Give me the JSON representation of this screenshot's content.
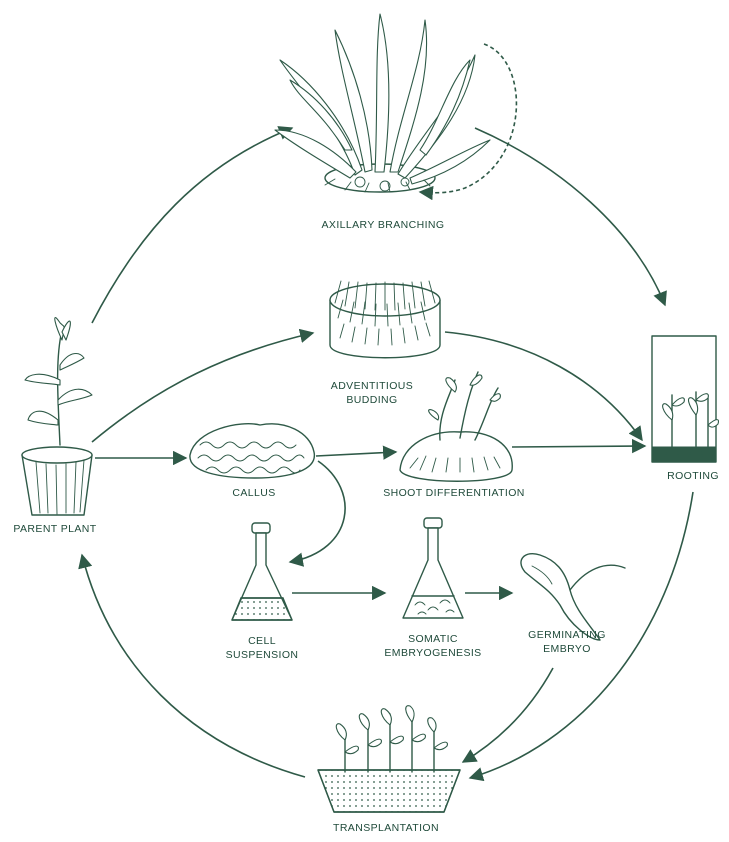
{
  "colors": {
    "ink": "#2f5a48",
    "text": "#1f4a3a",
    "background": "#ffffff"
  },
  "labels": {
    "axillary_branching": "AXILLARY BRANCHING",
    "adventitious_1": "ADVENTITIOUS",
    "adventitious_2": "BUDDING",
    "callus": "CALLUS",
    "shoot_differentiation": "SHOOT DIFFERENTIATION",
    "rooting": "ROOTING",
    "parent_plant": "PARENT PLANT",
    "cell_1": "CELL",
    "cell_2": "SUSPENSION",
    "somatic_1": "SOMATIC",
    "somatic_2": "EMBRYOGENESIS",
    "germinating_1": "GERMINATING",
    "germinating_2": "EMBRYO",
    "transplantation": "TRANSPLANTATION"
  }
}
